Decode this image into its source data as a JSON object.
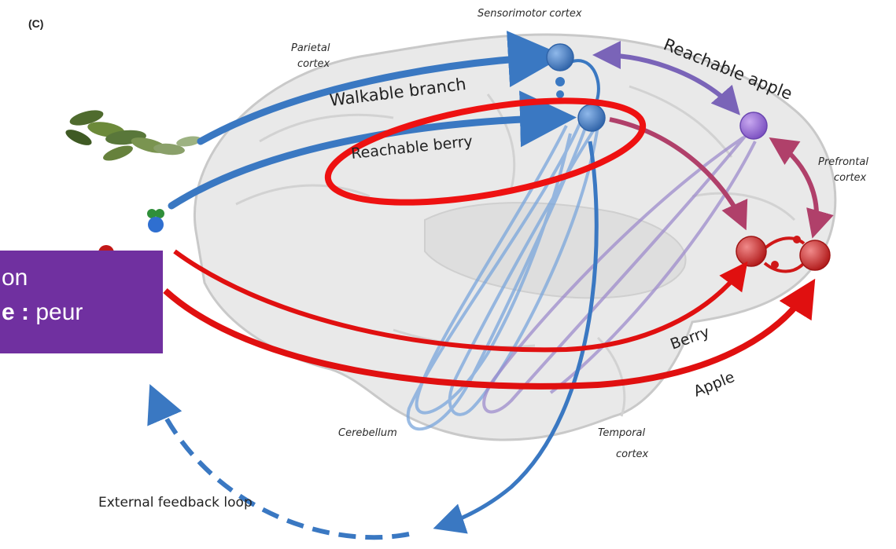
{
  "panel_label": "(C)",
  "labels": {
    "sensorimotor": "Sensorimotor cortex",
    "parietal_1": "Parietal",
    "parietal_2": "cortex",
    "prefrontal_1": "Prefrontal",
    "prefrontal_2": "cortex",
    "cerebellum": "Cerebellum",
    "temporal_1": "Temporal",
    "temporal_2": "cortex",
    "feedback": "External feedback loop"
  },
  "pathways": {
    "walkable_branch": "Walkable branch",
    "reachable_berry": "Reachable berry",
    "reachable_apple": "Reachable apple",
    "berry": "Berry",
    "apple": "Apple"
  },
  "overlay": {
    "line1": "on",
    "line2_bold": "e :",
    "line2_rest": " peur"
  },
  "colors": {
    "blue": "#3a78c2",
    "purple": "#7a64b8",
    "red": "#e01010",
    "overlay_bg": "#7030a0",
    "highlight_ellipse": "#ee1111"
  }
}
